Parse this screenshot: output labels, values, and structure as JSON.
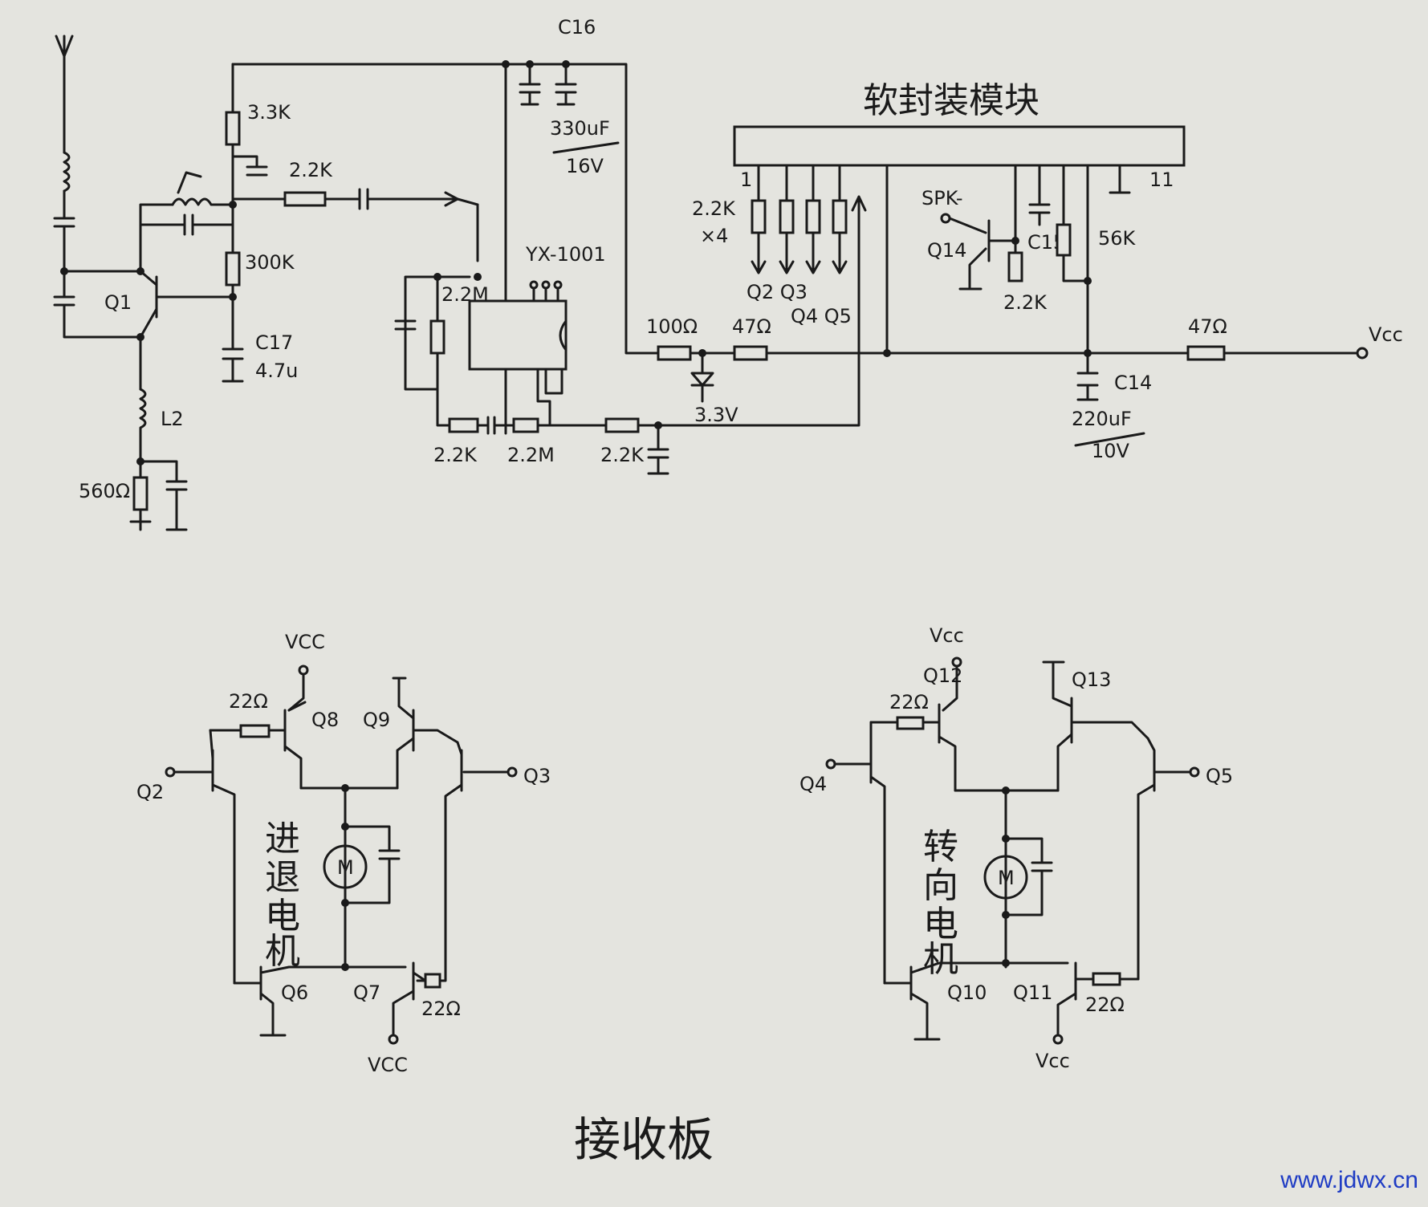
{
  "module_title": "软封装模块",
  "board_title": "接收板",
  "watermark": "www.jdwx.cn",
  "labels": {
    "c16": "C16",
    "c16_val": "330uF",
    "c16_volt": "16V",
    "r_3k3": "3.3K",
    "r_2k2_a": "2.2K",
    "r_300k": "300K",
    "c17": "C17",
    "c17_val": "4.7u",
    "q1": "Q1",
    "l2": "L2",
    "r_560": "560Ω",
    "yx": "YX-1001",
    "r_2m2_a": "2.2M",
    "r_2k2_b": "2.2K",
    "r_2m2_b": "2.2M",
    "r_2k2_c": "2.2K",
    "r_100": "100Ω",
    "r_47a": "47Ω",
    "zener": "3.3V",
    "pin1": "1",
    "pin11": "11",
    "r_2k2x4": "2.2K",
    "x4": "×4",
    "q2q3": "Q2 Q3",
    "q4q5": "Q4 Q5",
    "spk": "SPK-",
    "q14": "Q14",
    "c15": "C15",
    "r_2k2_d": "2.2K",
    "r_56k": "56K",
    "c14": "C14",
    "c14_val": "220uF",
    "c14_volt": "10V",
    "r_47b": "47Ω",
    "vcc_main": "Vcc"
  },
  "left_bridge": {
    "vcc_top": "VCC",
    "q8": "Q8",
    "q9": "Q9",
    "r22_top": "22Ω",
    "in_left": "Q2",
    "in_right": "Q3",
    "motor": "M",
    "caption": [
      "进",
      "退",
      "电",
      "机"
    ],
    "q6": "Q6",
    "q7": "Q7",
    "r22_bot": "22Ω",
    "vcc_bot": "VCC"
  },
  "right_bridge": {
    "vcc_top": "Vcc",
    "q12": "Q12",
    "q13": "Q13",
    "r22_top": "22Ω",
    "in_left": "Q4",
    "in_right": "Q5",
    "motor": "M",
    "caption": [
      "转",
      "向",
      "电",
      "机"
    ],
    "q10": "Q10",
    "q11": "Q11",
    "r22_bot": "22Ω",
    "vcc_bot": "Vcc"
  }
}
